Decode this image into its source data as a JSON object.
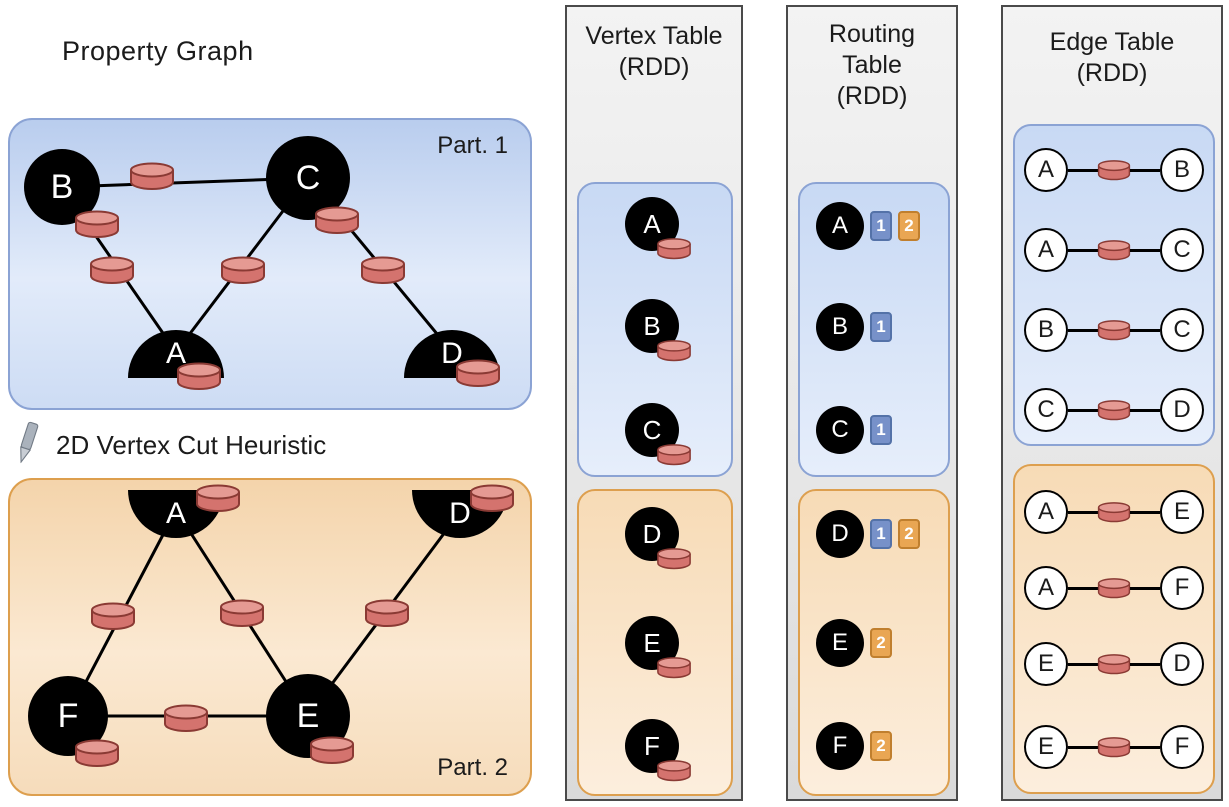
{
  "page_title": "Property Graph",
  "cut_label": "2D Vertex Cut Heuristic",
  "part1_label": "Part. 1",
  "part2_label": "Part. 2",
  "graph": {
    "part1": {
      "vertices": [
        "B",
        "C",
        "A",
        "D"
      ]
    },
    "part2": {
      "vertices": [
        "A",
        "D",
        "F",
        "E"
      ]
    }
  },
  "vertex_table": {
    "title_lines": [
      "Vertex Table",
      "(RDD)"
    ],
    "part1": [
      "A",
      "B",
      "C"
    ],
    "part2": [
      "D",
      "E",
      "F"
    ]
  },
  "routing_table": {
    "title_lines": [
      "Routing",
      "Table",
      "(RDD)"
    ],
    "part1": [
      {
        "vertex": "A",
        "slots": [
          "1",
          "2"
        ]
      },
      {
        "vertex": "B",
        "slots": [
          "1"
        ]
      },
      {
        "vertex": "C",
        "slots": [
          "1"
        ]
      }
    ],
    "part2": [
      {
        "vertex": "D",
        "slots": [
          "1",
          "2"
        ]
      },
      {
        "vertex": "E",
        "slots": [
          "2"
        ]
      },
      {
        "vertex": "F",
        "slots": [
          "2"
        ]
      }
    ]
  },
  "edge_table": {
    "title_lines": [
      "Edge Table",
      "(RDD)"
    ],
    "part1": [
      [
        "A",
        "B"
      ],
      [
        "A",
        "C"
      ],
      [
        "B",
        "C"
      ],
      [
        "C",
        "D"
      ]
    ],
    "part2": [
      [
        "A",
        "E"
      ],
      [
        "A",
        "F"
      ],
      [
        "E",
        "D"
      ],
      [
        "E",
        "F"
      ]
    ]
  },
  "colors": {
    "partition1_fill": "#c9d9f3",
    "partition1_border": "#8ba3d4",
    "partition2_fill": "#f6dab6",
    "partition2_border": "#dd9f4e",
    "panel_fill": "#e9e9e9",
    "panel_border": "#4a4a4a",
    "cylinder_red": "#d4736e",
    "slot_blue": "#7791c9",
    "slot_orange": "#e9a653"
  }
}
